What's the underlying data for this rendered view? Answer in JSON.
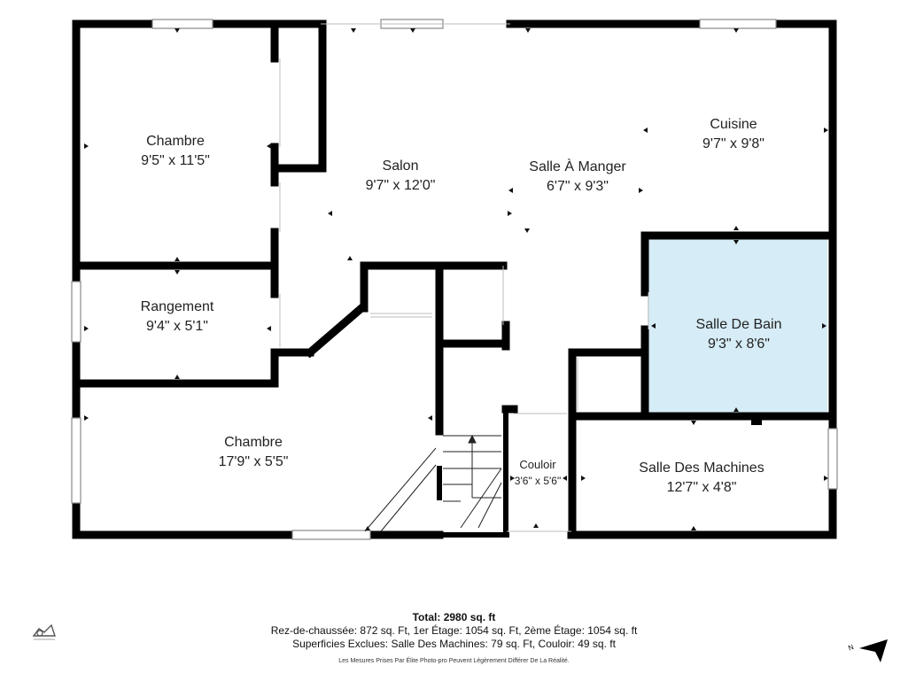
{
  "rooms": [
    {
      "name": "Chambre",
      "dims": "9'5\" x 11'5\""
    },
    {
      "name": "Salon",
      "dims": "9'7\" x 12'0\""
    },
    {
      "name": "Salle À Manger",
      "dims": "6'7\" x 9'3\""
    },
    {
      "name": "Cuisine",
      "dims": "9'7\" x 9'8\""
    },
    {
      "name": "Rangement",
      "dims": "9'4\" x 5'1\""
    },
    {
      "name": "Salle De Bain",
      "dims": "9'3\" x 8'6\""
    },
    {
      "name": "Chambre",
      "dims": "17'9\" x 5'5\""
    },
    {
      "name": "Couloir",
      "dims": "3'6\" x 5'6\""
    },
    {
      "name": "Salle Des Machines",
      "dims": "12'7\" x 4'8\""
    }
  ],
  "footer": {
    "total": "Total: 2980 sq. ft",
    "levels": "Rez-de-chaussée: 872 sq. Ft, 1er Étage: 1054 sq. Ft, 2ème Étage: 1054 sq. ft",
    "excluded": "Superficies Exclues: Salle Des Machines: 79 sq. Ft, Couloir: 49 sq. ft",
    "disclaimer": "Les Mesures Prises Par Élite Photo-pro Peuvent Légèrement Différer De La Réalité."
  },
  "compass": {
    "label": "N"
  },
  "colors": {
    "wall": "#000000",
    "bathroom_fill": "#d6ecf6",
    "window": "#9a9a9a",
    "background": "#ffffff"
  }
}
